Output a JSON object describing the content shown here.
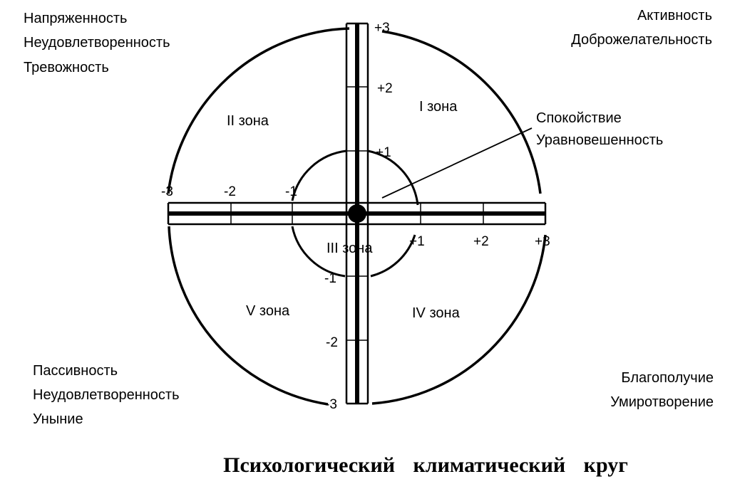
{
  "diagram": {
    "title": "Психологический климатический круг",
    "corners": {
      "top_left": [
        "Напряженность",
        "Неудовлетворенность",
        "Тревожность"
      ],
      "top_right": [
        "Активность",
        "Доброжелательность"
      ],
      "middle_right": [
        "Спокойствие",
        "Уравновешенность"
      ],
      "bottom_left": [
        "Пассивность",
        "Неудовлетворенность",
        "Уныние"
      ],
      "bottom_right": [
        "Благополучие",
        "Умиротворение"
      ]
    },
    "zones": {
      "zone1": "I зона",
      "zone2": "II зона",
      "zone3": "III зона",
      "zone4": "IV зона",
      "zone5": "V зона"
    },
    "horizontal_ticks": [
      "-3",
      "-2",
      "-1",
      "+1",
      "+2",
      "+3"
    ],
    "vertical_ticks": [
      "+3",
      "+2",
      "+1",
      "-1",
      "-2",
      "-3"
    ]
  }
}
